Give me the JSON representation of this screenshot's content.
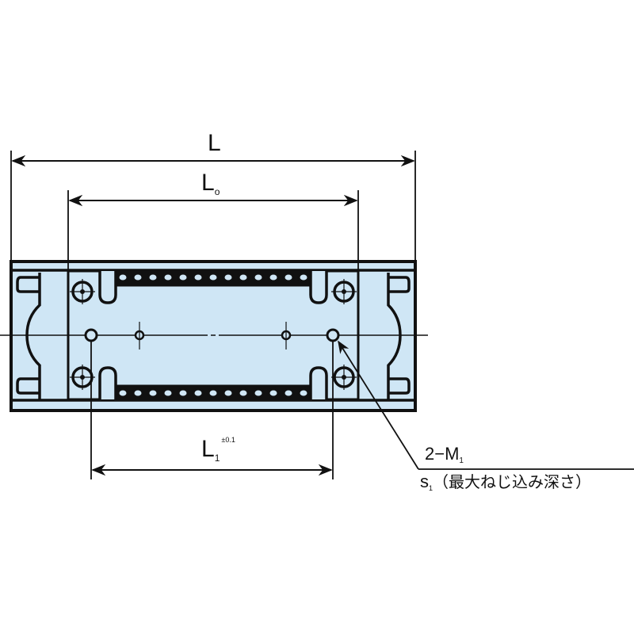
{
  "diagram": {
    "type": "linear bushing / slide unit dimension drawing",
    "colors": {
      "body_fill": "#cfe6f5",
      "outline": "#111111",
      "background": "#ffffff"
    },
    "dimensions": {
      "overall_length": {
        "symbol": "L",
        "subscript": ""
      },
      "inner_length": {
        "symbol": "L",
        "subscript": "o"
      },
      "hole_pitch": {
        "symbol": "L",
        "subscript": "1",
        "tolerance": "±0.1"
      }
    },
    "callout": {
      "thread_label": "2−M",
      "thread_subscript": "1",
      "depth_symbol": "s",
      "depth_subscript": "1",
      "depth_note": "（最大ねじ込み深さ）"
    }
  }
}
